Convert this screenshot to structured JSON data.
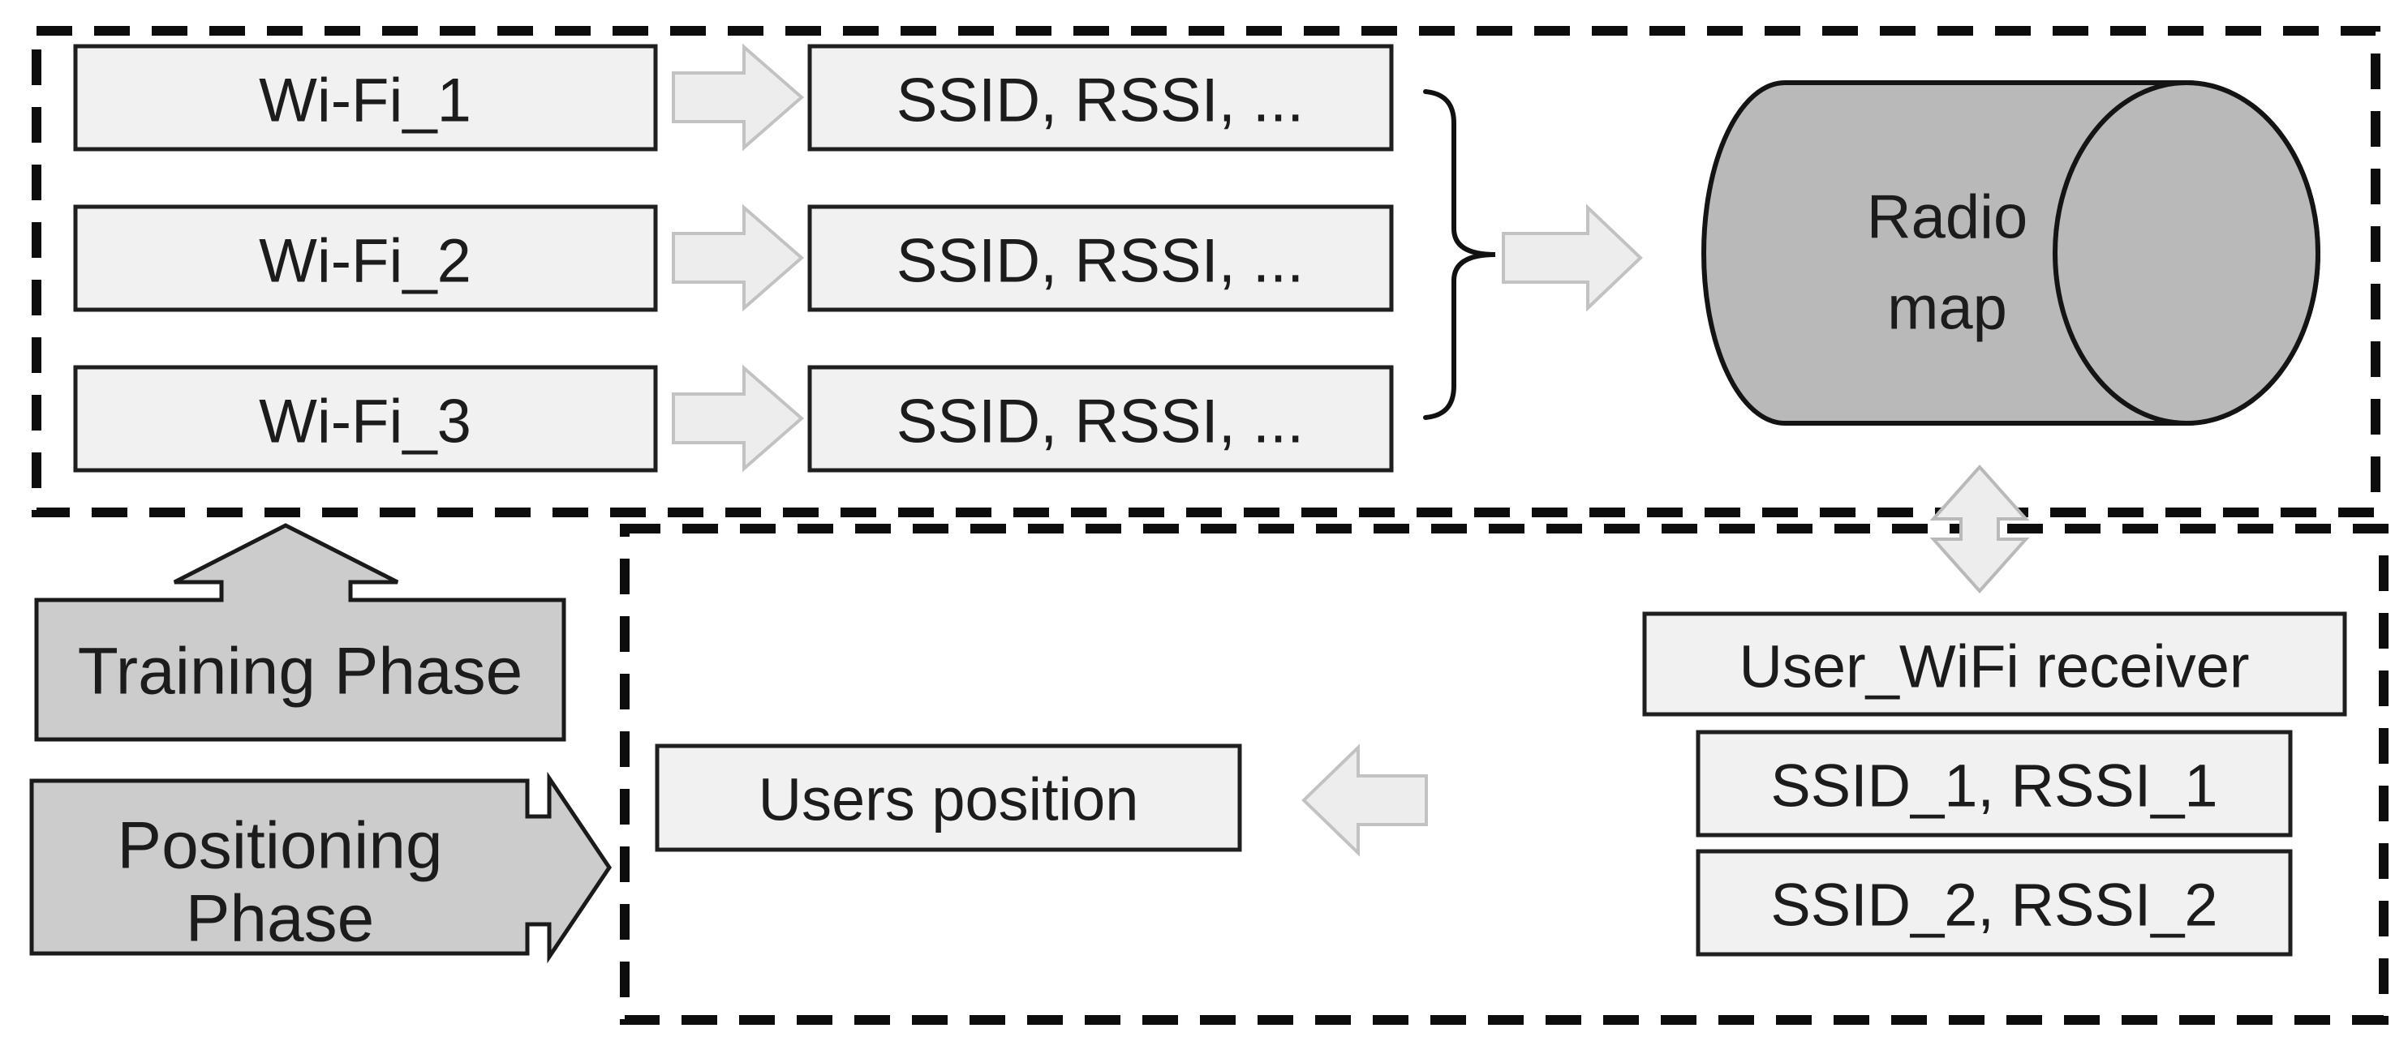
{
  "diagram_title": "Wi-Fi fingerprinting indoor positioning flow",
  "colors": {
    "background": "#ffffff",
    "box_fill": "#f1f1f1",
    "box_border": "#1f1f1f",
    "phase_callout_fill": "#cccccc",
    "cylinder_fill": "#b9b9b9",
    "light_arrow_fill": "#ededed",
    "light_arrow_stroke": "#c2c2c2",
    "dashed_border": "#0d0d0d",
    "text": "#1c1c1c"
  },
  "training_section": {
    "wifi_sources": [
      {
        "label": "Wi-Fi_1"
      },
      {
        "label": "Wi-Fi_2"
      },
      {
        "label": "Wi-Fi_3"
      }
    ],
    "scan_results": [
      {
        "label": "SSID, RSSI, ..."
      },
      {
        "label": "SSID, RSSI, ..."
      },
      {
        "label": "SSID, RSSI, ..."
      }
    ],
    "radio_map": {
      "line1": "Radio",
      "line2": "map"
    }
  },
  "positioning_section": {
    "receiver_label": "User_WiFi receiver",
    "measurements": [
      {
        "label": "SSID_1, RSSI_1"
      },
      {
        "label": "SSID_2, RSSI_2"
      }
    ],
    "users_position_label": "Users position"
  },
  "phase_labels": {
    "training": "Training Phase",
    "positioning_line1": "Positioning",
    "positioning_line2": "Phase"
  }
}
